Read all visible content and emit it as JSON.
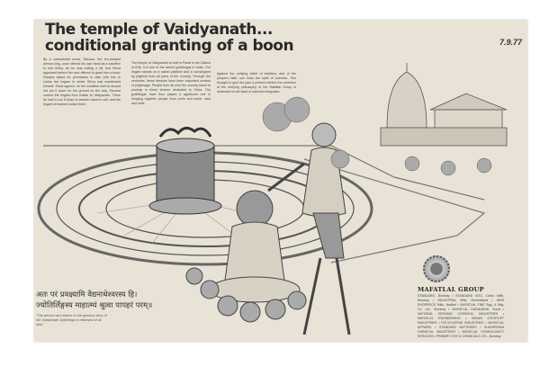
{
  "headline": {
    "line1": "The temple of Vaidyanath...",
    "line2": "conditional granting of a boon"
  },
  "date_annotation": "7.9.77",
  "body_columns": [
    "By a coincidental mood, Ravana, the ten-headed demon king, once offered his own head as a sacrifice to lord Shiva. As he was cutting it off, lord Shiva appeared before him and offered to grant him a boon. Ravana asked for permission to take with him to Lanka the lingam in which Shiva had manifested himself. Shiva agreed, on the condition that he should not put it down on the ground on the way. Ravana carried the lingam from Kailas to Vaidyanath. There he had to put it down to answer nature's call, and the lingam remained rooted there.",
    "The temple of Vaidyanath is built in Parali in the District of Bhir. It is one of the twelve jyotirlingas in India. The lingam stands on a raised platform and is worshipped by pilgrims from all parts of the country. Through the centuries, these temples have been important centres of pilgrimage. People from all over the country travel to worship in these shrines dedicated to Shiva. The jyotirlingas have thus played a significant role in bringing together people from north and south, east and west.",
    "Against the unifying belief of tradition, and of the people's faith, one finds the spirit of oneness. This thought to give the past a present behind the evolution of the unifying philosophy of the Mafatlal Group is dedicated to the ideal of national integration."
  ],
  "sanskrit_verse": [
    "अतः परं प्रवक्ष्यामि वैद्यनाथेश्वरस्य हि।",
    "ज्योतिर्लिङ्गस्य माहात्म्यं श्रुत्वा पापहरं परम्॥"
  ],
  "caption": "\"The person who listens to the glorious story of the Vaidyanath Jyotirlinga is cleansed of all sins.\"",
  "sponsor": {
    "name": "MAFATLAL GROUP",
    "companies": "STANDARD, Bombay • STANDARD SOO, Calico Mills, Bombay • INDUSTRIAL Mills, Ahmedabad • NEW SHORROCK Mills, Nadiad • MAFATLAL FINE Spg. & Mfg. Co. Ltd., Bombay • MAFATLAL GAGALBHAI, Surat • NATIONAL ORGANIC CHEMICAL INDUSTRIES • MAFATLAL ENGINEERING • INDIAN DYESTUFF INDUSTRIES • POLYOLEFINS INDUSTRIES • MAFATLAL APPAREL • STANDARD BATTERIES • SUDARSHAN CHEMICAL INDUSTRIES • MAFATLAL CONSULTANCY SERVICES • PRIMARY DYE & CHEMICALS LTD., Bombay"
  },
  "colors": {
    "paper": "#e8e3d6",
    "ink": "#2a2a2a"
  }
}
